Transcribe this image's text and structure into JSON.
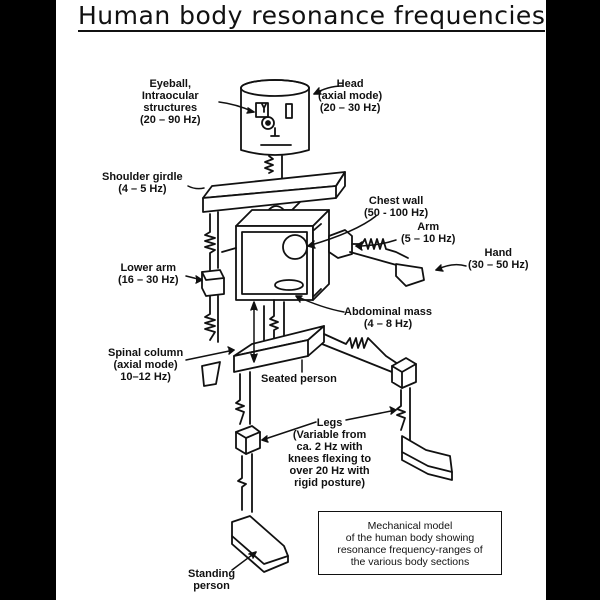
{
  "title": "Human body resonance frequencies",
  "labels": {
    "eyeball": [
      "Eyeball,",
      "Intraocular",
      "structures",
      "(20 – 90 Hz)"
    ],
    "head": [
      "Head",
      "(axial mode)",
      "(20 – 30 Hz)"
    ],
    "shoulder": [
      "Shoulder girdle",
      "(4 – 5 Hz)"
    ],
    "chest": [
      "Chest wall",
      "(50 - 100 Hz)"
    ],
    "arm": [
      "Arm",
      "(5 – 10 Hz)"
    ],
    "hand": [
      "Hand",
      "(30 – 50 Hz)"
    ],
    "lower_arm": [
      "Lower arm",
      "(16 – 30 Hz)"
    ],
    "abdominal": [
      "Abdominal mass",
      "(4 – 8 Hz)"
    ],
    "spinal": [
      "Spinal column",
      "(axial mode)",
      "10–12 Hz)"
    ],
    "seated": [
      "Seated person"
    ],
    "legs": [
      "Legs",
      "(Variable from",
      "ca. 2 Hz with",
      "knees flexing to",
      "over 20 Hz with",
      "rigid posture)"
    ],
    "standing": [
      "Standing",
      "person"
    ]
  },
  "caption": [
    "Mechanical model",
    "of the human body showing",
    "resonance frequency-ranges of",
    "the various body sections"
  ]
}
